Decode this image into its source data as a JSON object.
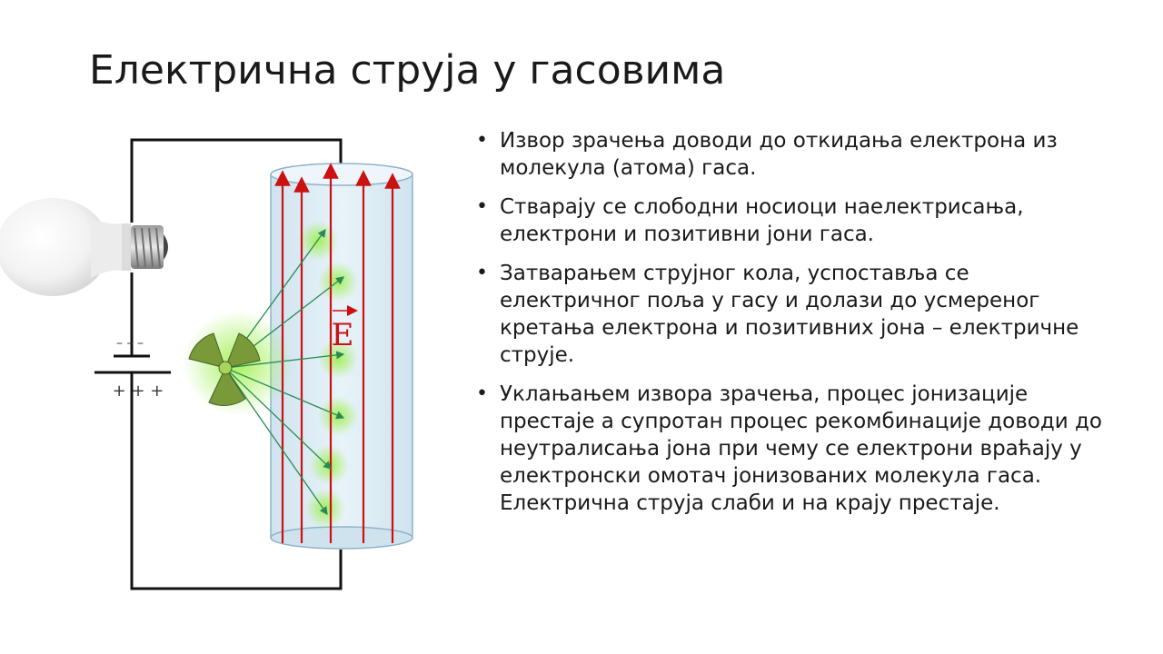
{
  "slide": {
    "title": "Електрична струја у гасовима"
  },
  "bullets": [
    "Извор зрачења доводи до откидања електрона из молекула (атома) гаса.",
    "Стварају се слободни носиоци наелектрисања, електрони и позитивни јони гаса.",
    "Затварањем струјног кола, успоставља се електричног поља у гасу и долази до усмереног кретања електрона и позитивних јона – електричне струје.",
    "Уклањањем извора зрачења, процес јонизације престаје а супротан процес рекомбинације доводи до неутралисања јона при чему се електрони враћају у електронски омотач јонизованих молекула гаса. Електрична струја слаби и на крају престаје."
  ],
  "diagram": {
    "field_label": "E",
    "battery_negative": "– – –",
    "battery_positive": "+ + +",
    "icons": [
      "light-bulb-icon",
      "radiation-source-icon"
    ],
    "colors": {
      "field_lines": "#cc1111",
      "ion_arrows": "#2a8a55",
      "glow": "#66dd33",
      "tube_fill": "#dcecf4",
      "tube_stroke": "#8fb3c8",
      "radiation_symbol": "#7a9a3a"
    }
  }
}
